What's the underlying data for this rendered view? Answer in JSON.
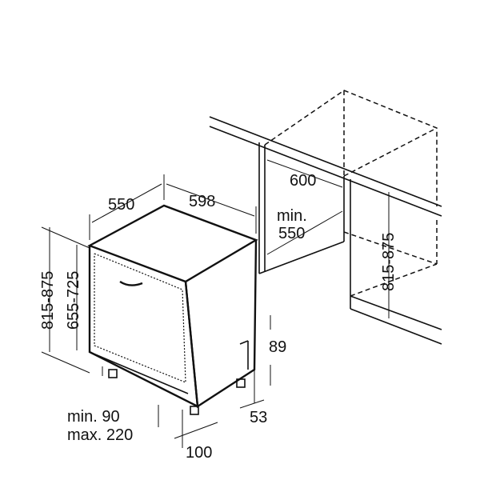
{
  "labels": {
    "top_depth": "550",
    "top_width": "598",
    "niche_width": "600",
    "niche_depth_min": "min.",
    "niche_depth_val": "550",
    "height_total_left": "815-875",
    "height_door": "655-725",
    "height_niche_right": "815-875",
    "plinth_height": "89",
    "plinth_gap": "53",
    "foot_min": "min. 90",
    "foot_max": "max. 220",
    "foot_offset": "100"
  }
}
